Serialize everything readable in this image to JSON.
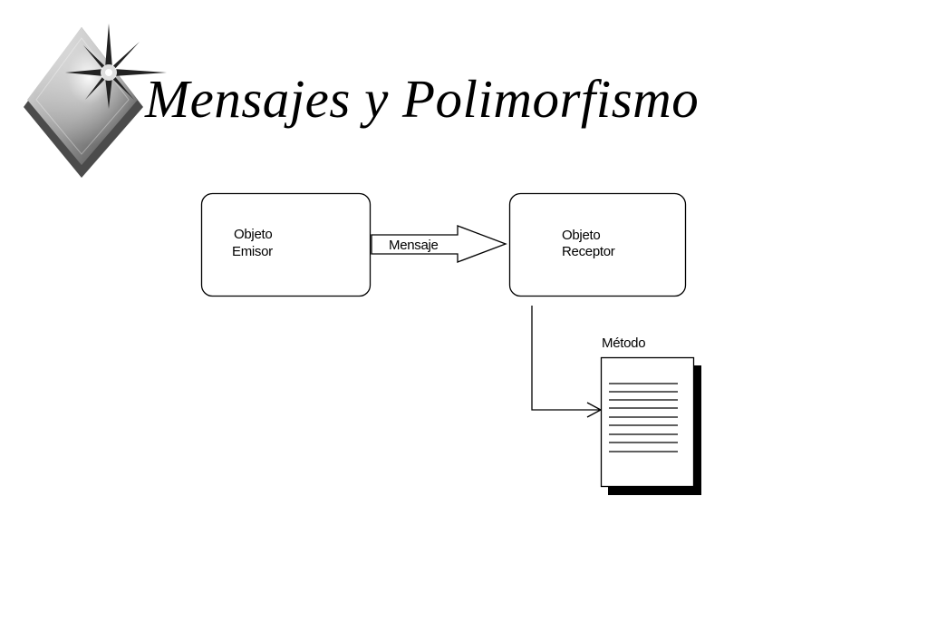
{
  "title": "Mensajes y Polimorfismo",
  "icons": {
    "logo": "diamond-starburst-icon",
    "method": "document-icon"
  },
  "diagram": {
    "sender": {
      "line1": "Objeto",
      "line2": "Emisor"
    },
    "message": "Mensaje",
    "receiver": {
      "line1": "Objeto",
      "line2": "Receptor"
    },
    "method": "Método"
  }
}
